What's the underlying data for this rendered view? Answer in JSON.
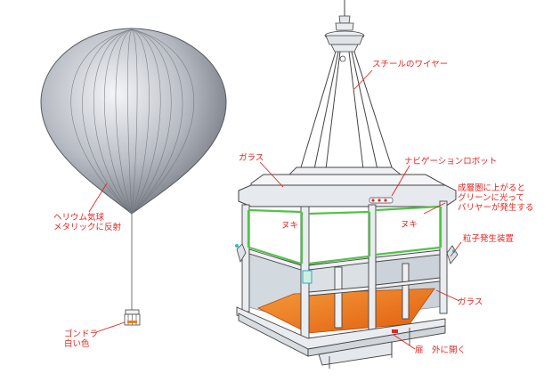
{
  "colors": {
    "annotation": "#e8231f",
    "balloon": "#b9bcc4",
    "frame": "#e6e9ee",
    "green_trim": "#52c24a",
    "floor": "#f07d1a",
    "glass": "#cfd6dc"
  },
  "labels": {
    "balloon_l1": "ヘリウム気球",
    "balloon_l2": "メタリックに反射",
    "gondola_l1": "ゴンドラ",
    "gondola_l2": "白い色",
    "wire": "スチールのワイヤー",
    "glass_top": "ガラス",
    "nav_robot": "ナビゲーションロボット",
    "barrier_l1": "成層圏に上がると",
    "barrier_l2": "グリーンに光って",
    "barrier_l3": "バリヤーが発生する",
    "nuki_left": "ヌキ",
    "nuki_right": "ヌキ",
    "particle": "粒子発生装置",
    "glass_side": "ガラス",
    "door": "扉　外に開く"
  }
}
